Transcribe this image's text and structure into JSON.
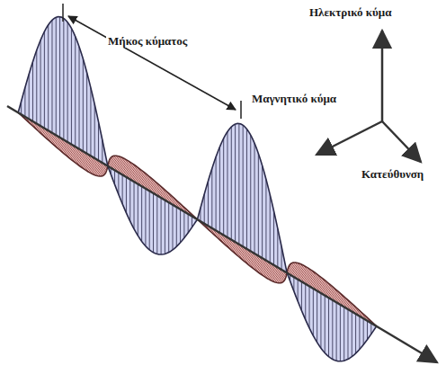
{
  "diagram": {
    "labels": [
      "Μήκος κύματος",
      "Ηλεκτρικό κύμα",
      "Μαγνητικό κύμα",
      "Κατεύθυνση"
    ]
  }
}
